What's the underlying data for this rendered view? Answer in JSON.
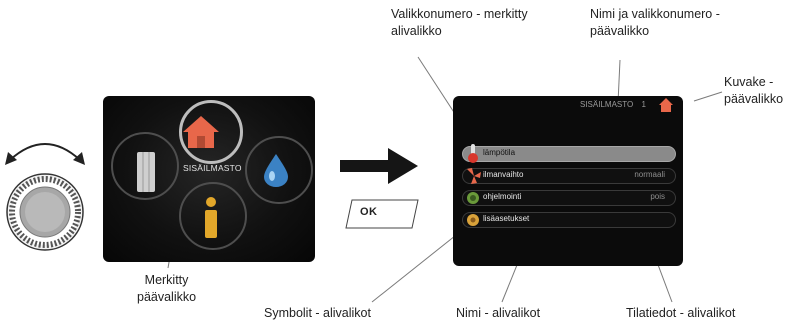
{
  "callouts": {
    "valikkonumero": [
      "Valikkonumero - merkitty",
      "alivalikko"
    ],
    "nimi_valikkonumero": [
      "Nimi ja valikkonumero -",
      "päävalikko"
    ],
    "kuvake": [
      "Kuvake -",
      "päävalikko"
    ],
    "merkitty": [
      "Merkitty",
      "päävalikko"
    ],
    "symbolit": "Symbolit - alivalikot",
    "nimi": "Nimi - alivalikot",
    "tilatiedot": "Tilatiedot - alivalikot"
  },
  "main_menu": {
    "selected_label": "SISÄILMASTO",
    "icons": [
      "house-icon",
      "info-icon",
      "water-drop-icon",
      "radiator-icon"
    ]
  },
  "submenu": {
    "header_title": "SISÄILMASTO",
    "header_number": "1",
    "rows": [
      {
        "name": "lämpötila",
        "status": "",
        "icon": "thermometer-icon",
        "active": true
      },
      {
        "name": "ilmanvaihto",
        "status": "normaali",
        "icon": "fan-icon",
        "active": false
      },
      {
        "name": "ohjelmointi",
        "status": "pois",
        "icon": "schedule-icon",
        "active": false
      },
      {
        "name": "lisäasetukset",
        "status": "",
        "icon": "advanced-settings-icon",
        "active": false
      }
    ]
  },
  "ok_button": {
    "label": "OK"
  },
  "colors": {
    "house_orange": "#e8674a",
    "selected_row": "#8a8a8a",
    "screen_bg": "#0b0b0b"
  }
}
